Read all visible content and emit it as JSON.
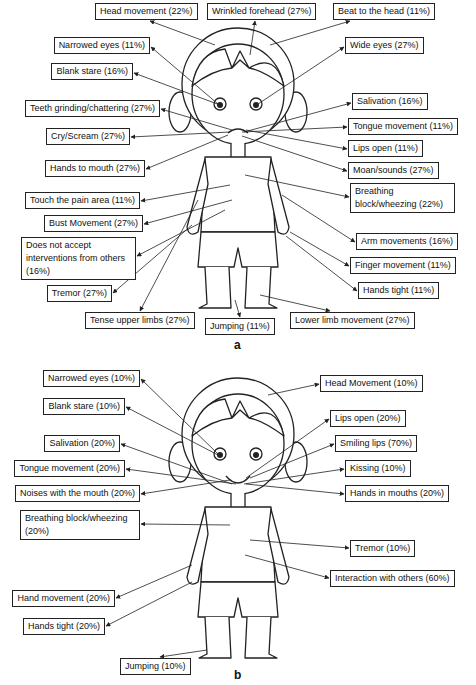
{
  "diagram": {
    "nodes": [
      {
        "text": [
          "Head movement (22%)"
        ]
      },
      {
        "text": [
          "Wrinkled forehead (27%)"
        ]
      },
      {
        "text": [
          "Beat to the head (11%)"
        ]
      },
      {
        "text": [
          "Narrowed eyes (11%)"
        ]
      },
      {
        "text": [
          "Wide eyes (27%)"
        ]
      },
      {
        "text": [
          "Blank stare (16%)"
        ]
      },
      {
        "text": [
          "Salivation (16%)"
        ]
      },
      {
        "text": [
          "Teeth grinding/chattering (27%)"
        ]
      },
      {
        "text": [
          "Tongue movement (11%)"
        ]
      },
      {
        "text": [
          "Cry/Scream (27%)"
        ]
      },
      {
        "text": [
          "Lips open (11%)"
        ]
      },
      {
        "text": [
          "Hands to mouth (27%)"
        ]
      },
      {
        "text": [
          "Moan/sounds (27%)"
        ]
      },
      {
        "text": [
          "Breathing block/wheezing (22%)"
        ]
      },
      {
        "text": [
          "Touch the pain area (11%)"
        ]
      },
      {
        "text": [
          "Bust Movement (27%)"
        ]
      },
      {
        "text": [
          "Does not accept interventions from others (16%)"
        ]
      },
      {
        "text": [
          "Arm movements (16%)"
        ]
      },
      {
        "text": [
          "Finger movement (11%)"
        ]
      },
      {
        "text": [
          "Tremor (27%)"
        ]
      },
      {
        "text": [
          "Hands tight (11%)"
        ]
      },
      {
        "text": [
          "Tense upper limbs (27%)"
        ]
      },
      {
        "text": [
          "Jumping (11%)"
        ]
      },
      {
        "text": [
          "Lower limb movement (27%)"
        ]
      },
      {
        "text": [
          "Narrowed eyes (10%)"
        ]
      },
      {
        "text": [
          "Head Movement (10%)"
        ]
      },
      {
        "text": [
          "Blank stare (10%)"
        ]
      },
      {
        "text": [
          "Lips open (20%)"
        ]
      },
      {
        "text": [
          "Salivation (20%)"
        ]
      },
      {
        "text": [
          "Smiling lips (70%)"
        ]
      },
      {
        "text": [
          "Tongue movement (20%)"
        ]
      },
      {
        "text": [
          "Kissing (10%)"
        ]
      },
      {
        "text": [
          "Noises with the mouth (20%)"
        ]
      },
      {
        "text": [
          "Hands in mouths (20%)"
        ]
      },
      {
        "text": [
          "Breathing block/wheezing (20%)"
        ]
      },
      {
        "text": [
          "Tremor (10%)"
        ]
      },
      {
        "text": [
          "Interaction with others (60%)"
        ]
      },
      {
        "text": [
          "Hand movement (20%)"
        ]
      },
      {
        "text": [
          "Hands tight (20%)"
        ]
      },
      {
        "text": [
          "Jumping (10%)"
        ]
      }
    ],
    "labels": [
      "a",
      "b"
    ]
  }
}
